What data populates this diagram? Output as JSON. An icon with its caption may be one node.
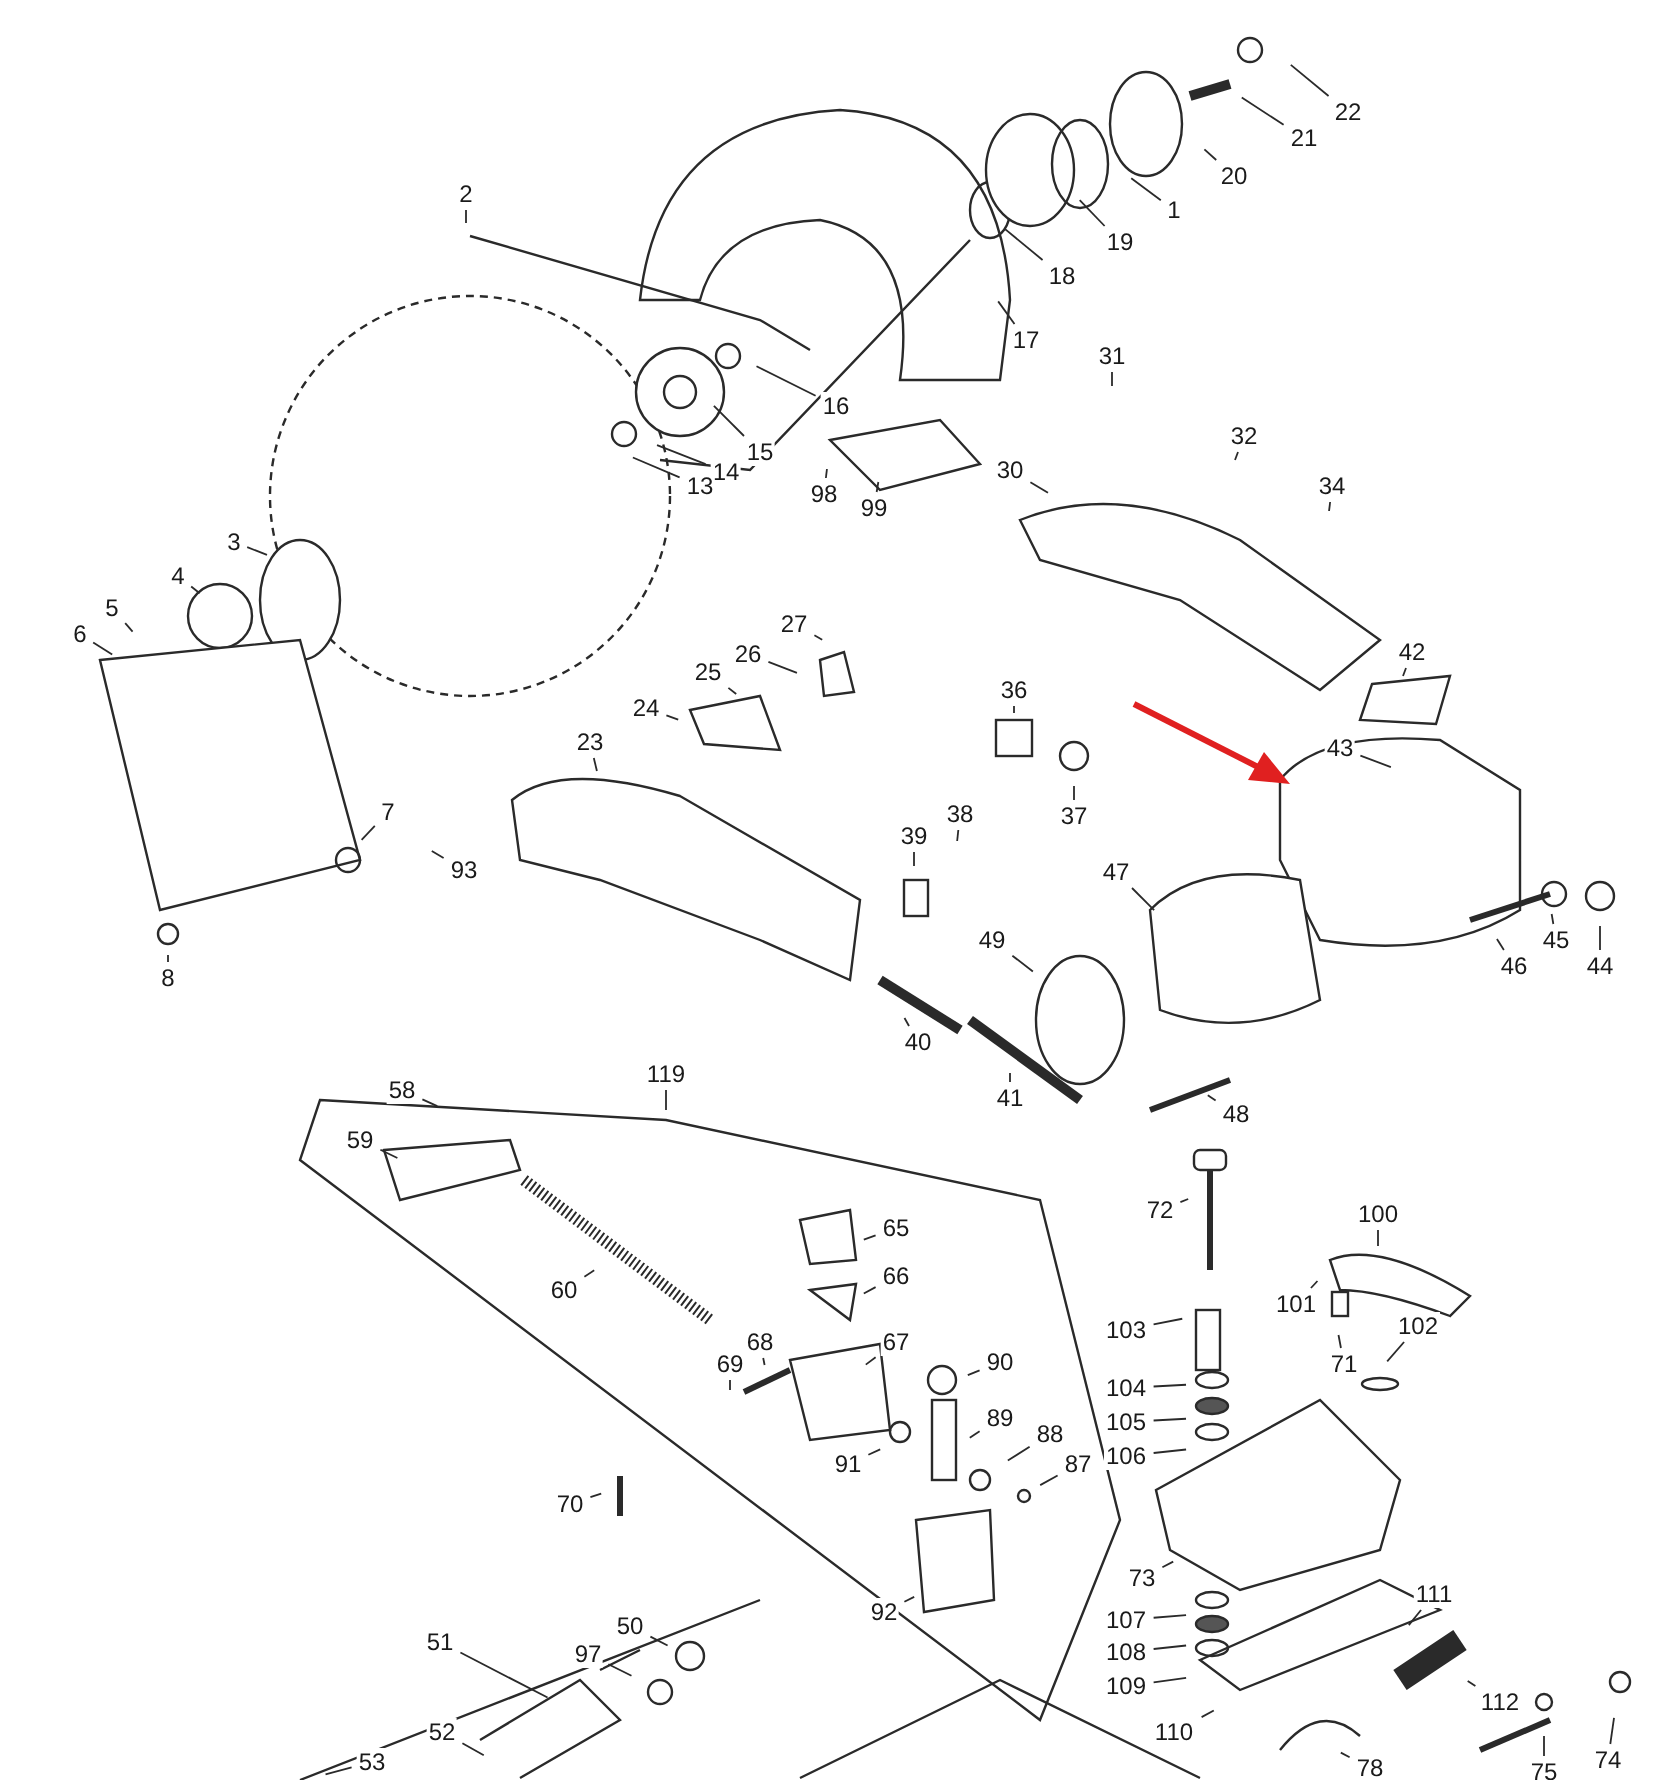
{
  "diagram": {
    "nodes": [
      {
        "text": [
          "2"
        ]
      },
      {
        "text": [
          "17"
        ]
      },
      {
        "text": [
          "18"
        ]
      },
      {
        "text": [
          "19"
        ]
      },
      {
        "text": [
          "1"
        ]
      },
      {
        "text": [
          "20"
        ]
      },
      {
        "text": [
          "21"
        ]
      },
      {
        "text": [
          "22"
        ]
      },
      {
        "text": [
          "16"
        ]
      },
      {
        "text": [
          "15"
        ]
      },
      {
        "text": [
          "14"
        ]
      },
      {
        "text": [
          "13"
        ]
      },
      {
        "text": [
          "31"
        ]
      },
      {
        "text": [
          "32"
        ]
      },
      {
        "text": [
          "34"
        ]
      },
      {
        "text": [
          "30"
        ]
      },
      {
        "text": [
          "98"
        ]
      },
      {
        "text": [
          "99"
        ]
      },
      {
        "text": [
          "3"
        ]
      },
      {
        "text": [
          "4"
        ]
      },
      {
        "text": [
          "5"
        ]
      },
      {
        "text": [
          "6"
        ]
      },
      {
        "text": [
          "27"
        ]
      },
      {
        "text": [
          "26"
        ]
      },
      {
        "text": [
          "25"
        ]
      },
      {
        "text": [
          "24"
        ]
      },
      {
        "text": [
          "23"
        ]
      },
      {
        "text": [
          "36"
        ]
      },
      {
        "text": [
          "37"
        ]
      },
      {
        "text": [
          "42"
        ]
      },
      {
        "text": [
          "43"
        ]
      },
      {
        "text": [
          "7"
        ]
      },
      {
        "text": [
          "93"
        ]
      },
      {
        "text": [
          "8"
        ]
      },
      {
        "text": [
          "39"
        ]
      },
      {
        "text": [
          "38"
        ]
      },
      {
        "text": [
          "47"
        ]
      },
      {
        "text": [
          "49"
        ]
      },
      {
        "text": [
          "45"
        ]
      },
      {
        "text": [
          "44"
        ]
      },
      {
        "text": [
          "46"
        ]
      },
      {
        "text": [
          "40"
        ]
      },
      {
        "text": [
          "41"
        ]
      },
      {
        "text": [
          "48"
        ]
      },
      {
        "text": [
          "119"
        ]
      },
      {
        "text": [
          "58"
        ]
      },
      {
        "text": [
          "59"
        ]
      },
      {
        "text": [
          "60"
        ]
      },
      {
        "text": [
          "65"
        ]
      },
      {
        "text": [
          "66"
        ]
      },
      {
        "text": [
          "67"
        ]
      },
      {
        "text": [
          "68"
        ]
      },
      {
        "text": [
          "69"
        ]
      },
      {
        "text": [
          "90"
        ]
      },
      {
        "text": [
          "89"
        ]
      },
      {
        "text": [
          "88"
        ]
      },
      {
        "text": [
          "87"
        ]
      },
      {
        "text": [
          "91"
        ]
      },
      {
        "text": [
          "70"
        ]
      },
      {
        "text": [
          "92"
        ]
      },
      {
        "text": [
          "72"
        ]
      },
      {
        "text": [
          "100"
        ]
      },
      {
        "text": [
          "101"
        ]
      },
      {
        "text": [
          "71"
        ]
      },
      {
        "text": [
          "102"
        ]
      },
      {
        "text": [
          "103"
        ]
      },
      {
        "text": [
          "104"
        ]
      },
      {
        "text": [
          "105"
        ]
      },
      {
        "text": [
          "106"
        ]
      },
      {
        "text": [
          "73"
        ]
      },
      {
        "text": [
          "111"
        ]
      },
      {
        "text": [
          "107"
        ]
      },
      {
        "text": [
          "108"
        ]
      },
      {
        "text": [
          "109"
        ]
      },
      {
        "text": [
          "112"
        ]
      },
      {
        "text": [
          "110"
        ]
      },
      {
        "text": [
          "78"
        ]
      },
      {
        "text": [
          "74"
        ]
      },
      {
        "text": [
          "75"
        ]
      },
      {
        "text": [
          "51"
        ]
      },
      {
        "text": [
          "50"
        ]
      },
      {
        "text": [
          "97"
        ]
      },
      {
        "text": [
          "52"
        ]
      },
      {
        "text": [
          "53"
        ]
      }
    ],
    "edges": [
      {
        "from": 0,
        "to": null,
        "arrow": "none"
      },
      {
        "from": 1,
        "to": null,
        "arrow": "none"
      },
      {
        "from": 2,
        "to": null,
        "arrow": "none"
      },
      {
        "from": 3,
        "to": null,
        "arrow": "none"
      },
      {
        "from": 4,
        "to": null,
        "arrow": "none"
      },
      {
        "from": 5,
        "to": null,
        "arrow": "none"
      },
      {
        "from": 6,
        "to": null,
        "arrow": "none"
      },
      {
        "from": 7,
        "to": null,
        "arrow": "none"
      },
      {
        "from": 8,
        "to": null,
        "arrow": "none"
      },
      {
        "from": 9,
        "to": null,
        "arrow": "none"
      },
      {
        "from": 10,
        "to": null,
        "arrow": "none"
      },
      {
        "from": 11,
        "to": null,
        "arrow": "none"
      },
      {
        "from": 12,
        "to": null,
        "arrow": "none"
      },
      {
        "from": 13,
        "to": null,
        "arrow": "none"
      },
      {
        "from": 14,
        "to": null,
        "arrow": "none"
      },
      {
        "from": 15,
        "to": null,
        "arrow": "none"
      },
      {
        "from": 16,
        "to": null,
        "arrow": "none"
      },
      {
        "from": 17,
        "to": null,
        "arrow": "none"
      },
      {
        "from": 18,
        "to": null,
        "arrow": "none"
      },
      {
        "from": 19,
        "to": null,
        "arrow": "none"
      },
      {
        "from": 20,
        "to": null,
        "arrow": "none"
      },
      {
        "from": 21,
        "to": null,
        "arrow": "none"
      },
      {
        "from": 22,
        "to": null,
        "arrow": "none"
      },
      {
        "from": 23,
        "to": null,
        "arrow": "none"
      },
      {
        "from": 24,
        "to": null,
        "arrow": "none"
      },
      {
        "from": 25,
        "to": null,
        "arrow": "none"
      },
      {
        "from": 26,
        "to": null,
        "arrow": "none"
      },
      {
        "from": 27,
        "to": null,
        "arrow": "none"
      },
      {
        "from": 28,
        "to": null,
        "arrow": "none"
      },
      {
        "from": 29,
        "to": null,
        "arrow": "none"
      },
      {
        "from": 30,
        "to": null,
        "arrow": "none"
      },
      {
        "from": 31,
        "to": null,
        "arrow": "none"
      },
      {
        "from": 32,
        "to": null,
        "arrow": "none"
      },
      {
        "from": 33,
        "to": null,
        "arrow": "none"
      },
      {
        "from": 34,
        "to": null,
        "arrow": "none"
      },
      {
        "from": 35,
        "to": null,
        "arrow": "none"
      },
      {
        "from": 36,
        "to": null,
        "arrow": "none"
      },
      {
        "from": 37,
        "to": null,
        "arrow": "none"
      },
      {
        "from": 38,
        "to": null,
        "arrow": "none"
      },
      {
        "from": 39,
        "to": null,
        "arrow": "none"
      },
      {
        "from": 40,
        "to": null,
        "arrow": "none"
      },
      {
        "from": 41,
        "to": null,
        "arrow": "none"
      },
      {
        "from": 42,
        "to": null,
        "arrow": "none"
      },
      {
        "from": 43,
        "to": null,
        "arrow": "none"
      },
      {
        "from": 44,
        "to": null,
        "arrow": "none"
      },
      {
        "from": 45,
        "to": null,
        "arrow": "none"
      },
      {
        "from": 46,
        "to": null,
        "arrow": "none"
      },
      {
        "from": 47,
        "to": null,
        "arrow": "none"
      },
      {
        "from": 48,
        "to": null,
        "arrow": "none"
      },
      {
        "from": 49,
        "to": null,
        "arrow": "none"
      },
      {
        "from": 50,
        "to": null,
        "arrow": "none"
      },
      {
        "from": 51,
        "to": null,
        "arrow": "none"
      },
      {
        "from": 52,
        "to": null,
        "arrow": "none"
      },
      {
        "from": 53,
        "to": null,
        "arrow": "none"
      },
      {
        "from": 54,
        "to": null,
        "arrow": "none"
      },
      {
        "from": 55,
        "to": null,
        "arrow": "none"
      },
      {
        "from": 56,
        "to": null,
        "arrow": "none"
      },
      {
        "from": 57,
        "to": null,
        "arrow": "none"
      },
      {
        "from": 58,
        "to": null,
        "arrow": "none"
      },
      {
        "from": 59,
        "to": null,
        "arrow": "none"
      },
      {
        "from": 60,
        "to": null,
        "arrow": "none"
      },
      {
        "from": 61,
        "to": null,
        "arrow": "none"
      },
      {
        "from": 62,
        "to": null,
        "arrow": "none"
      },
      {
        "from": 63,
        "to": null,
        "arrow": "none"
      },
      {
        "from": 64,
        "to": null,
        "arrow": "none"
      },
      {
        "from": 65,
        "to": null,
        "arrow": "none"
      },
      {
        "from": 66,
        "to": null,
        "arrow": "none"
      },
      {
        "from": 67,
        "to": null,
        "arrow": "none"
      },
      {
        "from": 68,
        "to": null,
        "arrow": "none"
      },
      {
        "from": 69,
        "to": null,
        "arrow": "none"
      },
      {
        "from": 70,
        "to": null,
        "arrow": "none"
      },
      {
        "from": 71,
        "to": null,
        "arrow": "none"
      },
      {
        "from": 72,
        "to": null,
        "arrow": "none"
      },
      {
        "from": 73,
        "to": null,
        "arrow": "none"
      },
      {
        "from": 74,
        "to": null,
        "arrow": "none"
      },
      {
        "from": 75,
        "to": null,
        "arrow": "none"
      },
      {
        "from": 76,
        "to": null,
        "arrow": "none"
      },
      {
        "from": 77,
        "to": null,
        "arrow": "none"
      },
      {
        "from": 78,
        "to": null,
        "arrow": "none"
      },
      {
        "from": 79,
        "to": null,
        "arrow": "none"
      },
      {
        "from": 80,
        "to": null,
        "arrow": "none"
      },
      {
        "from": 81,
        "to": null,
        "arrow": "none"
      },
      {
        "from": 82,
        "to": null,
        "arrow": "none"
      },
      {
        "from": 83,
        "to": null,
        "arrow": "none"
      }
    ]
  }
}
